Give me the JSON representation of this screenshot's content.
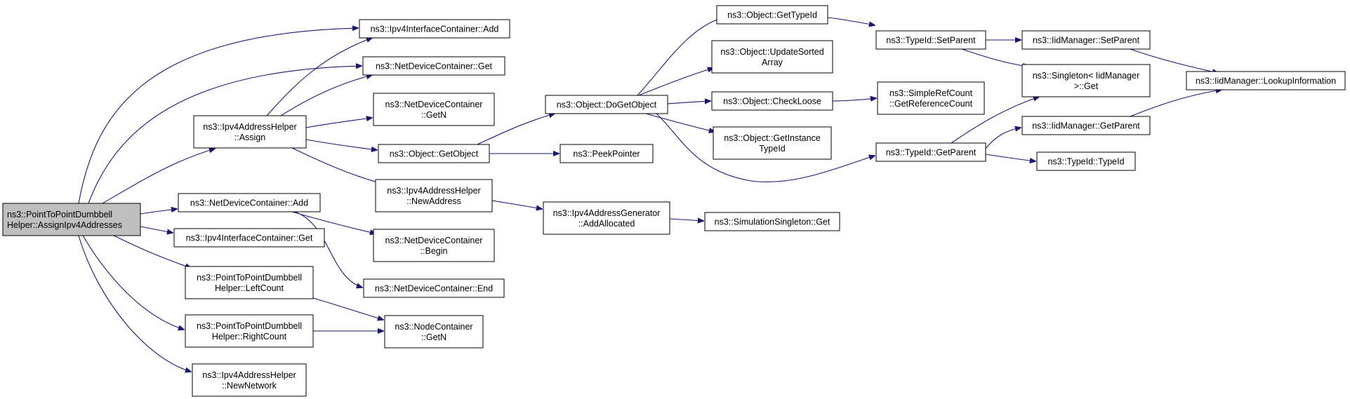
{
  "colors": {
    "edge": "#191970",
    "root_fill": "#bfbfbf",
    "node_fill": "#ffffff",
    "node_stroke": "#000000"
  },
  "nodes": {
    "root": [
      "ns3::PointToPointDumbbell",
      "Helper::AssignIpv4Addresses"
    ],
    "ipv4_assign": [
      "ns3::Ipv4AddressHelper",
      "::Assign"
    ],
    "ndc_add": [
      "ns3::NetDeviceContainer::Add"
    ],
    "iic_get": [
      "ns3::Ipv4InterfaceContainer::Get"
    ],
    "left_count": [
      "ns3::PointToPointDumbbell",
      "Helper::LeftCount"
    ],
    "right_count": [
      "ns3::PointToPointDumbbell",
      "Helper::RightCount"
    ],
    "new_network": [
      "ns3::Ipv4AddressHelper",
      "::NewNetwork"
    ],
    "iic_add": [
      "ns3::Ipv4InterfaceContainer::Add"
    ],
    "ndc_get": [
      "ns3::NetDeviceContainer::Get"
    ],
    "ndc_getn": [
      "ns3::NetDeviceContainer",
      "::GetN"
    ],
    "obj_getobject": [
      "ns3::Object::GetObject"
    ],
    "new_address": [
      "ns3::Ipv4AddressHelper",
      "::NewAddress"
    ],
    "ndc_begin": [
      "ns3::NetDeviceContainer",
      "::Begin"
    ],
    "ndc_end": [
      "ns3::NetDeviceContainer::End"
    ],
    "nc_getn": [
      "ns3::NodeContainer",
      "::GetN"
    ],
    "obj_dogetobject": [
      "ns3::Object::DoGetObject"
    ],
    "peek_pointer": [
      "ns3::PeekPointer"
    ],
    "add_allocated": [
      "ns3::Ipv4AddressGenerator",
      "::AddAllocated"
    ],
    "obj_gettypeid": [
      "ns3::Object::GetTypeId"
    ],
    "obj_updatesorted": [
      "ns3::Object::UpdateSorted",
      "Array"
    ],
    "obj_checkloose": [
      "ns3::Object::CheckLoose"
    ],
    "obj_getinstance": [
      "ns3::Object::GetInstance",
      "TypeId"
    ],
    "sim_singleton_get": [
      "ns3::SimulationSingleton::Get"
    ],
    "typeid_setparent": [
      "ns3::TypeId::SetParent"
    ],
    "simple_refcount": [
      "ns3::SimpleRefCount",
      "::GetReferenceCount"
    ],
    "typeid_getparent": [
      "ns3::TypeId::GetParent"
    ],
    "iid_setparent": [
      "ns3::IidManager::SetParent"
    ],
    "singleton_get": [
      "ns3::Singleton< IidManager",
      ">::Get"
    ],
    "iid_getparent": [
      "ns3::IidManager::GetParent"
    ],
    "typeid_typeid": [
      "ns3::TypeId::TypeId"
    ],
    "iid_lookup": [
      "ns3::IidManager::LookupInformation"
    ]
  },
  "edges": [
    [
      "root",
      "iic_add"
    ],
    [
      "root",
      "ndc_get"
    ],
    [
      "root",
      "ipv4_assign"
    ],
    [
      "root",
      "ndc_add"
    ],
    [
      "root",
      "iic_get"
    ],
    [
      "root",
      "left_count"
    ],
    [
      "root",
      "right_count"
    ],
    [
      "root",
      "new_network"
    ],
    [
      "ipv4_assign",
      "iic_add"
    ],
    [
      "ipv4_assign",
      "ndc_get"
    ],
    [
      "ipv4_assign",
      "ndc_getn"
    ],
    [
      "ipv4_assign",
      "obj_getobject"
    ],
    [
      "ipv4_assign",
      "new_address"
    ],
    [
      "ndc_add",
      "ndc_begin"
    ],
    [
      "ndc_add",
      "ndc_end"
    ],
    [
      "left_count",
      "nc_getn"
    ],
    [
      "right_count",
      "nc_getn"
    ],
    [
      "obj_getobject",
      "obj_dogetobject"
    ],
    [
      "obj_getobject",
      "peek_pointer"
    ],
    [
      "new_address",
      "add_allocated"
    ],
    [
      "add_allocated",
      "sim_singleton_get"
    ],
    [
      "obj_dogetobject",
      "obj_gettypeid"
    ],
    [
      "obj_dogetobject",
      "obj_updatesorted"
    ],
    [
      "obj_dogetobject",
      "obj_checkloose"
    ],
    [
      "obj_dogetobject",
      "obj_getinstance"
    ],
    [
      "obj_dogetobject",
      "typeid_getparent"
    ],
    [
      "obj_gettypeid",
      "typeid_setparent"
    ],
    [
      "obj_checkloose",
      "simple_refcount"
    ],
    [
      "typeid_setparent",
      "iid_setparent"
    ],
    [
      "typeid_setparent",
      "singleton_get"
    ],
    [
      "typeid_getparent",
      "singleton_get"
    ],
    [
      "typeid_getparent",
      "iid_getparent"
    ],
    [
      "typeid_getparent",
      "typeid_typeid"
    ],
    [
      "iid_setparent",
      "iid_lookup"
    ],
    [
      "iid_getparent",
      "iid_lookup"
    ]
  ]
}
